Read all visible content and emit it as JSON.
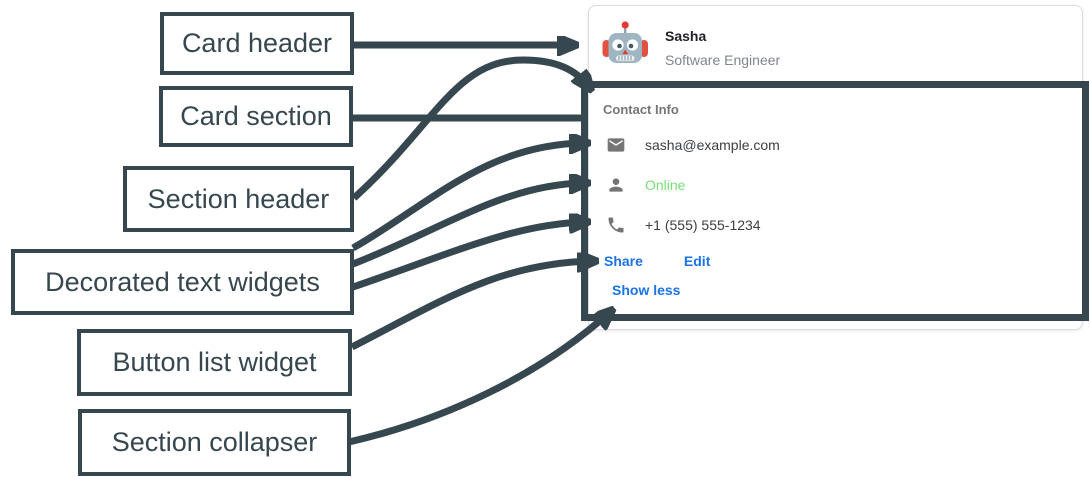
{
  "annotation_labels": [
    {
      "label": "Card header",
      "points_to": "card header"
    },
    {
      "label": "Card section",
      "points_to": "card section outline"
    },
    {
      "label": "Section header",
      "points_to": "Contact Info header"
    },
    {
      "label": "Decorated text widgets",
      "points_to": "email, presence and phone rows"
    },
    {
      "label": "Button list widget",
      "points_to": "Share / Edit buttons"
    },
    {
      "label": "Section collapser",
      "points_to": "Show less control"
    }
  ],
  "card": {
    "header": {
      "avatar_icon": "robot-avatar",
      "name": "Sasha",
      "role": "Software Engineer"
    },
    "section": {
      "title": "Contact Info",
      "rows": [
        {
          "icon": "mail-icon",
          "text": "sasha@example.com",
          "color": "#3c4043"
        },
        {
          "icon": "person-icon",
          "text": "Online",
          "color": "#77dd77"
        },
        {
          "icon": "phone-icon",
          "text": "+1 (555) 555-1234",
          "color": "#3c4043"
        }
      ],
      "buttons": [
        {
          "label": "Share"
        },
        {
          "label": "Edit"
        }
      ],
      "collapser_label": "Show less"
    }
  },
  "colors": {
    "annotation": "#37474f",
    "link": "#1a73e8",
    "online": "#77dd77",
    "body_text": "#3c4043",
    "muted_text": "#80868b",
    "section_header_text": "#757575",
    "card_border": "#dadce0"
  }
}
